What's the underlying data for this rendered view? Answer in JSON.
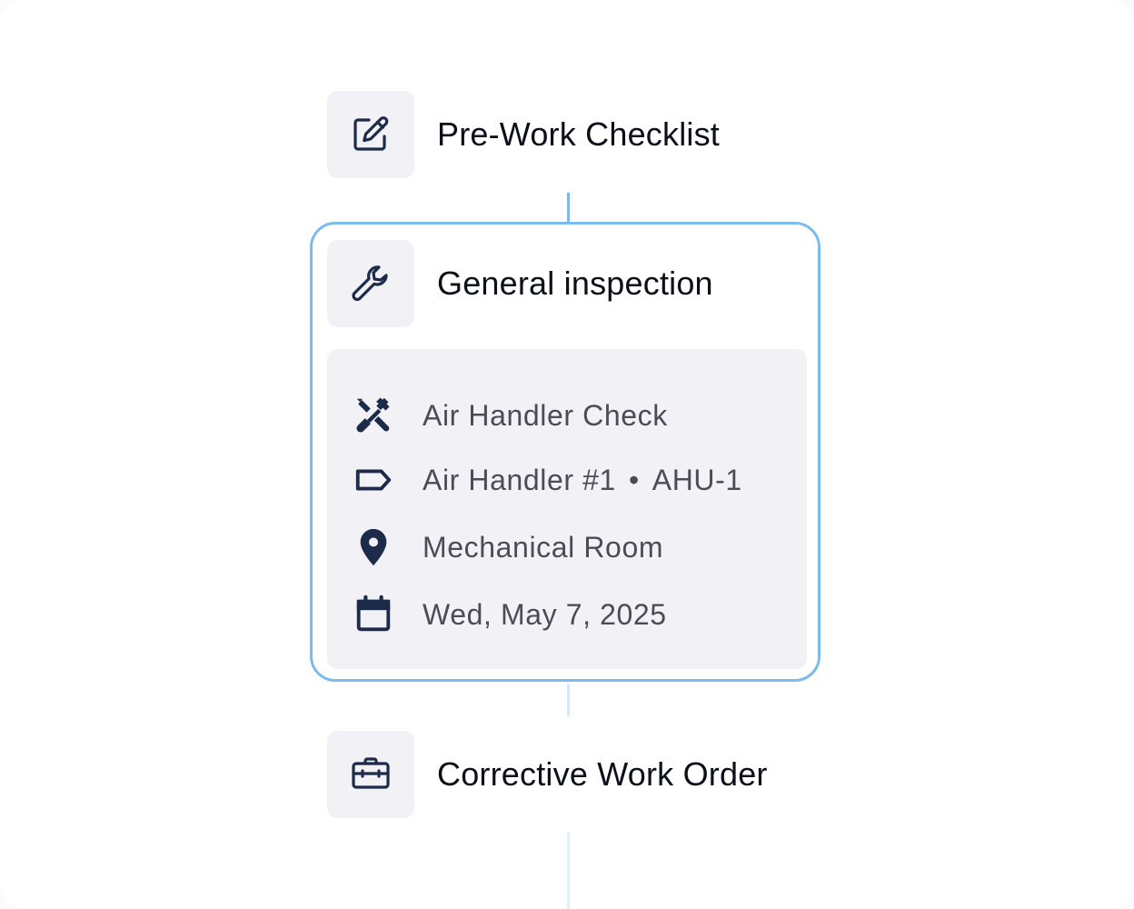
{
  "colors": {
    "accent": "#7bbcec",
    "icon": "#1c2b4a",
    "tile_bg": "#f2f1f6",
    "title": "#0b0f1a",
    "muted_text": "#4a4d57"
  },
  "steps": [
    {
      "title": "Pre-Work Checklist",
      "icon": "edit-icon"
    },
    {
      "title": "General inspection",
      "icon": "wrench-icon"
    },
    {
      "title": "Corrective Work Order",
      "icon": "toolbox-icon"
    }
  ],
  "details": {
    "task": {
      "icon": "tools-icon",
      "text": "Air Handler Check"
    },
    "asset": {
      "icon": "tag-icon",
      "name": "Air Handler #1",
      "separator": "•",
      "code": "AHU-1"
    },
    "location": {
      "icon": "location-pin-icon",
      "text": "Mechanical Room"
    },
    "date": {
      "icon": "calendar-icon",
      "text": "Wed, May 7, 2025"
    }
  }
}
